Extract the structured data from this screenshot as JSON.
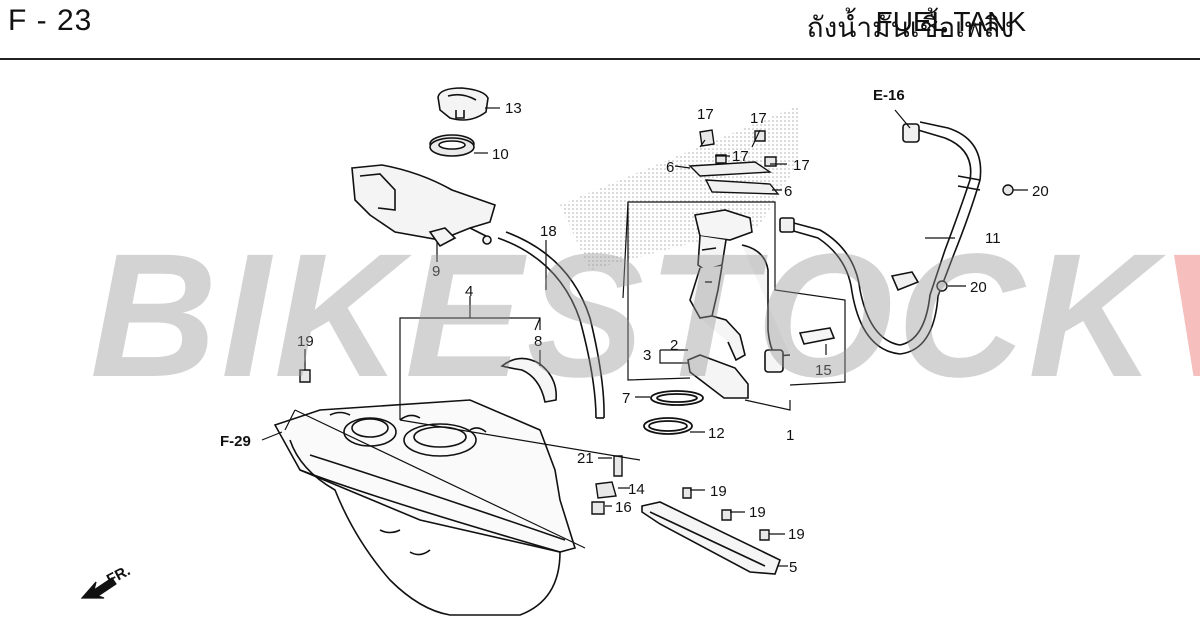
{
  "header": {
    "code": "F - 23",
    "title_th": "ถังน้ำมันเชื้อเพลิง",
    "title_en": "FUEL TANK"
  },
  "watermark": {
    "part_a": "BIKESTOCK",
    "part_b": "VN"
  },
  "references": {
    "e16": "E-16",
    "f29": "F-29",
    "front": "FR."
  },
  "callouts": {
    "c1": "1",
    "c2": "2",
    "c3": "3",
    "c4": "4",
    "c5": "5",
    "c6a": "6",
    "c6b": "6",
    "c7": "7",
    "c8": "8",
    "c9": "9",
    "c10": "10",
    "c11": "11",
    "c12": "12",
    "c13": "13",
    "c14": "14",
    "c15": "15",
    "c16": "16",
    "c17a": "17",
    "c17b": "17",
    "c17c": "17",
    "c17d": "17",
    "c18": "18",
    "c19a": "19",
    "c19b": "19",
    "c19c": "19",
    "c19d": "19",
    "c20a": "20",
    "c20b": "20",
    "c21": "21"
  }
}
